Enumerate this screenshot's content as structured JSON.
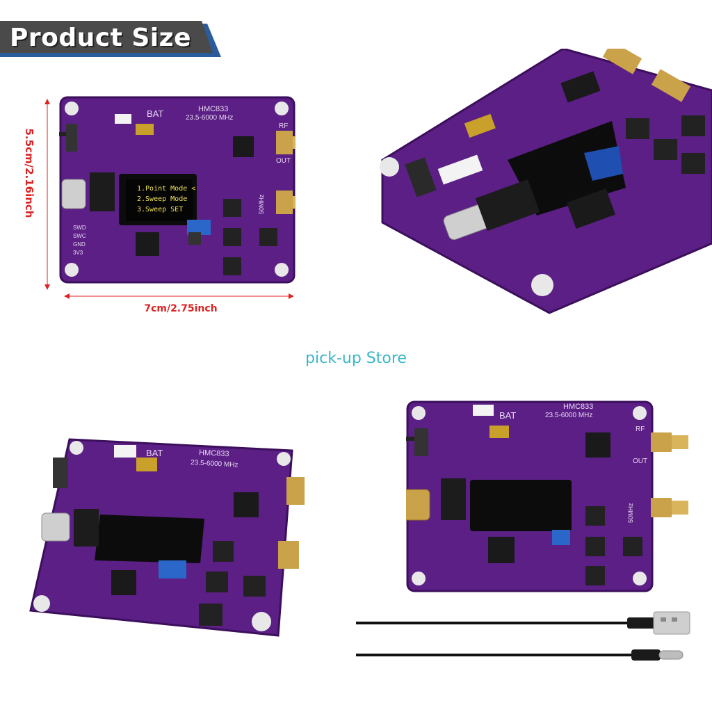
{
  "banner": {
    "title": "Product Size"
  },
  "dimensions": {
    "height": "5.5cm/2.16inch",
    "width": "7cm/2.75inch"
  },
  "store": {
    "name": "pick-up Store"
  },
  "board": {
    "chip_label": "HMC833",
    "freq_label": "23.5-6000 MHz",
    "bat_label": "BAT",
    "rf_label": "RF",
    "out_label": "OUT",
    "mhz_label": "50MHz",
    "pins": [
      "SWD",
      "SWC",
      "GND",
      "3V3"
    ],
    "menu": [
      "1.Point Mode <",
      "2.Sweep Mode",
      "3.Sweep SET"
    ]
  },
  "colors": {
    "pcb": "#5b1f86",
    "pcb_dark": "#451466",
    "gold": "#c9a24a",
    "dimension": "#dd2222",
    "store": "#3ab7c8"
  }
}
